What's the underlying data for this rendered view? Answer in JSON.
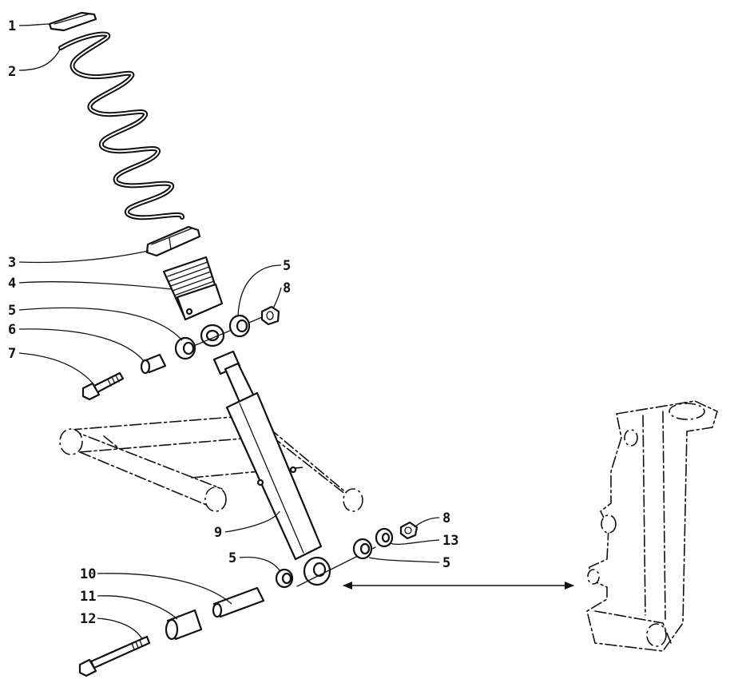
{
  "labels": {
    "l1": "1",
    "l2": "2",
    "l3": "3",
    "l4": "4",
    "l5a": "5",
    "l5b": "5",
    "l5c": "5",
    "l5d": "5",
    "l6": "6",
    "l7": "7",
    "l8a": "8",
    "l8b": "8",
    "l9": "9",
    "l10": "10",
    "l11": "11",
    "l12": "12",
    "l13": "13"
  }
}
